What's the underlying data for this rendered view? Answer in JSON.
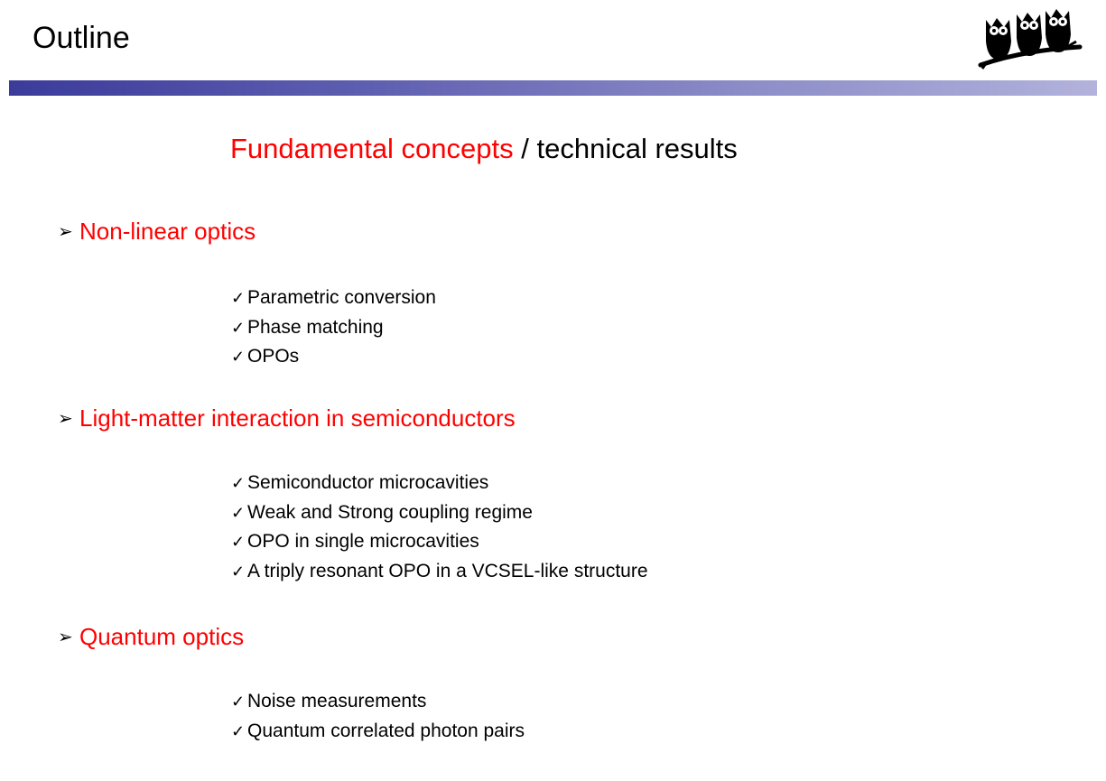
{
  "slide": {
    "title": "Outline",
    "subtitle": {
      "highlight": "Fundamental concepts",
      "rest": " / technical results"
    },
    "bullet_glyph": "➢",
    "check_glyph": "✓",
    "sections": [
      {
        "heading": "Non-linear optics",
        "items": [
          "Parametric conversion",
          "Phase matching",
          "OPOs"
        ]
      },
      {
        "heading": "Light-matter interaction in semiconductors",
        "items": [
          "Semiconductor microcavities",
          "Weak and Strong coupling regime",
          "OPO in single microcavities",
          "A triply resonant OPO in a VCSEL-like structure"
        ]
      },
      {
        "heading": "Quantum optics",
        "items": [
          "Noise measurements",
          "Quantum correlated photon pairs"
        ]
      }
    ],
    "logo_icon": "three-owls-on-branch-icon"
  },
  "colors": {
    "heading_red": "#ff0000",
    "rule_start": "#3b3b9a",
    "rule_end": "#b2b2dc"
  }
}
